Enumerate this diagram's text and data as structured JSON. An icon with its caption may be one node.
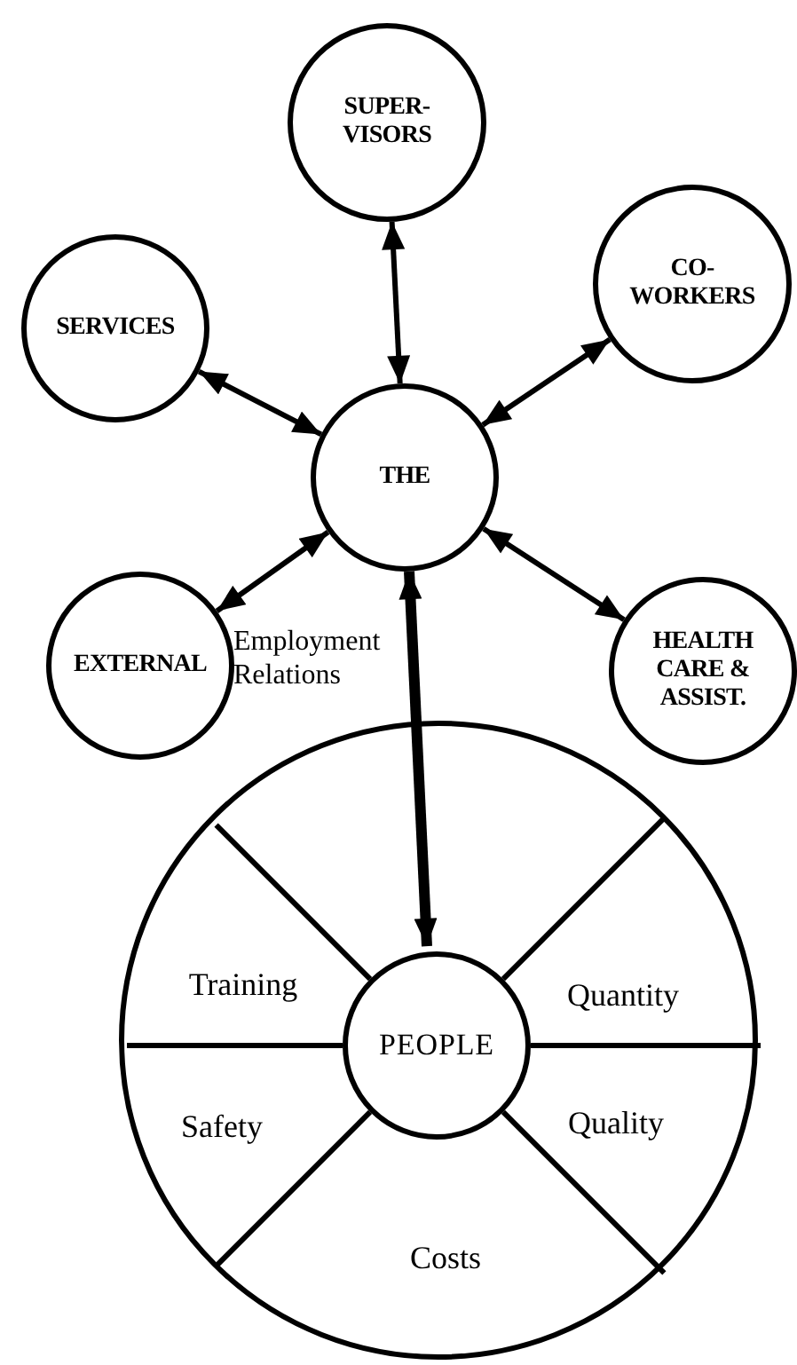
{
  "diagram": {
    "nodes": [
      {
        "text": [
          "SUPER- VISORS"
        ]
      },
      {
        "text": [
          "SERVICES"
        ]
      },
      {
        "text": [
          "CO- WORKERS"
        ]
      },
      {
        "text": [
          "THE"
        ]
      },
      {
        "text": [
          "EXTERNAL"
        ]
      },
      {
        "text": [
          "HEALTH CARE & ASSIST."
        ]
      },
      {
        "text": [
          "Training",
          "Quantity",
          "Safety",
          "Quality",
          "Costs"
        ]
      },
      {
        "text": [
          "PEOPLE"
        ],
        "in": 6
      }
    ],
    "edges": [
      {
        "from": 3,
        "to": 0,
        "arrow": "both"
      },
      {
        "from": 3,
        "to": 1,
        "arrow": "both"
      },
      {
        "from": 3,
        "to": 2,
        "arrow": "both"
      },
      {
        "from": 3,
        "to": 4,
        "arrow": "both"
      },
      {
        "from": 3,
        "to": 5,
        "arrow": "both"
      },
      {
        "from": 3,
        "to": 7,
        "arrow": "both",
        "style": "thick",
        "label": "Employment Relations"
      }
    ]
  }
}
